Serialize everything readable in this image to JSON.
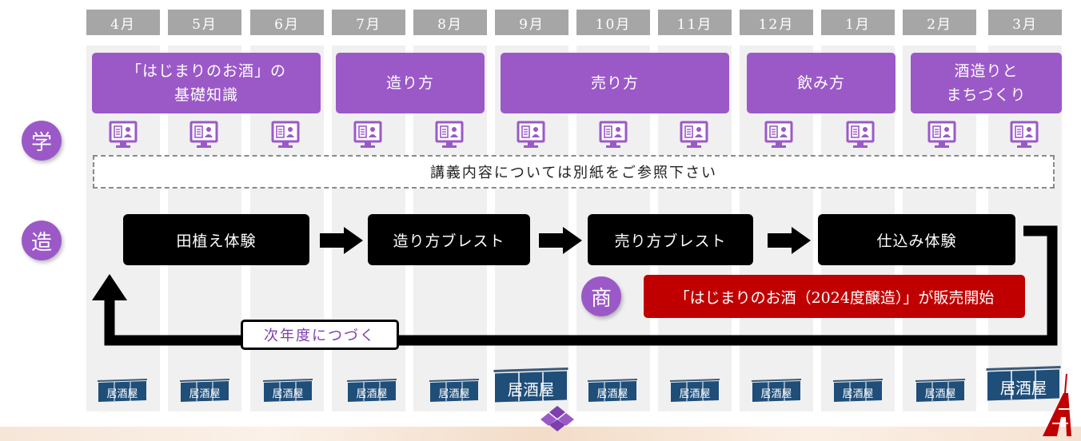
{
  "months": [
    "4月",
    "5月",
    "6月",
    "7月",
    "8月",
    "9月",
    "10月",
    "11月",
    "12月",
    "1月",
    "2月",
    "3月"
  ],
  "topics": [
    {
      "label": "「はじまりのお酒」の\n基礎知識"
    },
    {
      "label": "造り方"
    },
    {
      "label": "売り方"
    },
    {
      "label": "飲み方"
    },
    {
      "label": "酒造りと\nまちづくり"
    }
  ],
  "row_labels": {
    "learn": "学",
    "make": "造",
    "sell": "商"
  },
  "notice": "講義内容については別紙をご参照下さい",
  "steps": [
    {
      "label": "田植え体験"
    },
    {
      "label": "造り方ブレスト"
    },
    {
      "label": "売り方ブレスト"
    },
    {
      "label": "仕込み体験"
    }
  ],
  "sale_banner": "「はじまりのお酒（2024度醸造）」が販売開始",
  "next_year": "次年度につづく",
  "noren_text": "居酒屋",
  "icons": {
    "lecture": "online-lecture-screen-icon",
    "izakaya": "izakaya-noren-icon",
    "tower": "tokyo-tower-icon",
    "diamond": "diamond-marker-icon"
  },
  "colors": {
    "purple": "#9b59c8",
    "month_gray": "#a6a6a6",
    "red": "#c00000",
    "noren_blue": "#1f4e79"
  }
}
